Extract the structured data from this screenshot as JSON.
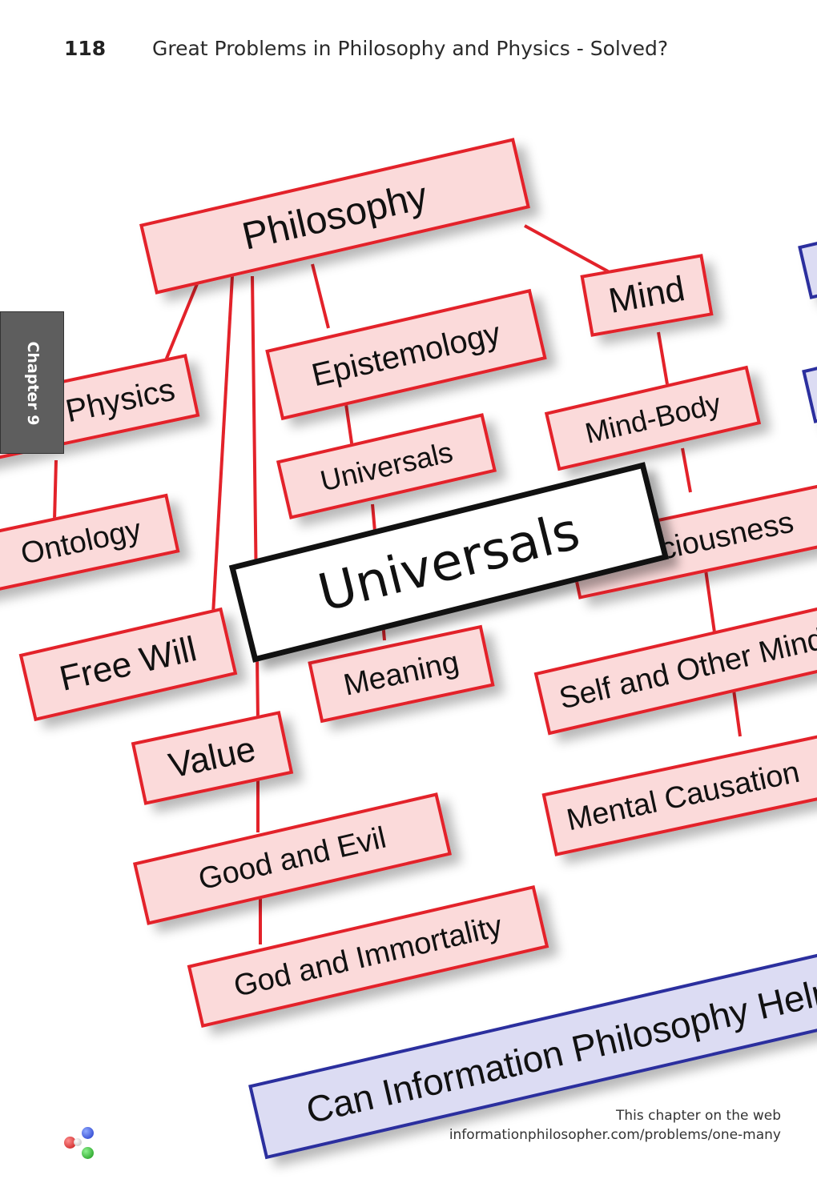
{
  "header": {
    "page_number": "118",
    "book_title": "Great Problems in Philosophy and Physics - Solved?"
  },
  "chapter_tab": {
    "label": "Chapter 9"
  },
  "nodes": {
    "philosophy": "Philosophy",
    "mind": "Mind",
    "epistemology": "Epistemology",
    "physics": "Physics",
    "mind_body": "Mind-Body",
    "universals_small": "Universals",
    "ontology": "Ontology",
    "consciousness": "Consciousness",
    "universals_focus": "Universals",
    "free_will": "Free Will",
    "meaning": "Meaning",
    "self_and_other_minds": "Self and Other Minds",
    "value": "Value",
    "mental_causation": "Mental Causation",
    "good_and_evil": "Good and Evil",
    "god_and_immortality": "God and Immortality",
    "can_information_philosophy": "Can Information Philosophy Help?"
  },
  "colors": {
    "node_fill": "#fbdada",
    "node_border": "#e3222a",
    "blue_fill": "#dcdcf3",
    "blue_border": "#2b2f9e",
    "tab": "#5e5e5e"
  },
  "footer": {
    "line1": "This chapter on the web",
    "line2": "informationphilosopher.com/problems/one-many"
  },
  "logo": {
    "icon": "four-dots-logo-icon"
  }
}
